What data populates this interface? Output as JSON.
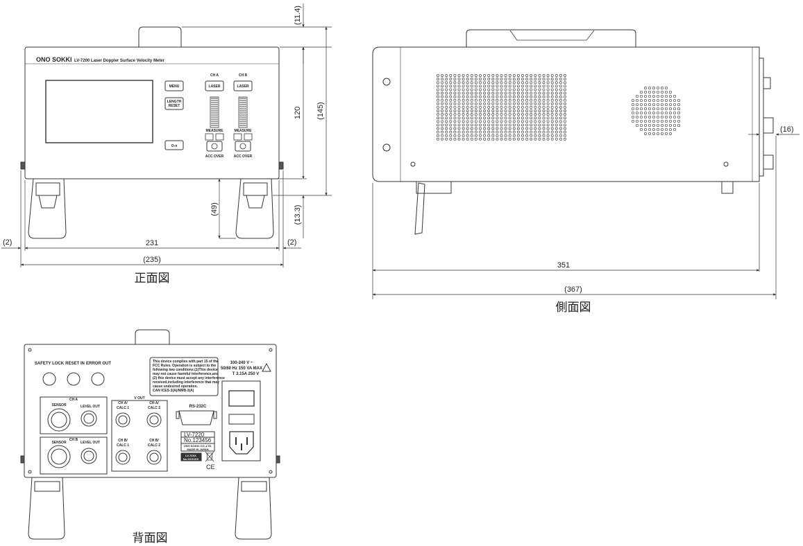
{
  "front": {
    "caption": "正面図",
    "brand": "ONO SOKKI",
    "model_title": "LV-7200  Laser Doppler Surface Velocity Meter",
    "buttons": {
      "menu": "MENU",
      "length_reset_1": "LENGTH",
      "length_reset_2": "RESET",
      "key": "O-n"
    },
    "channels": {
      "a": {
        "label": "CH A",
        "laser": "LASER",
        "measure": "MEASURE",
        "acc": "ACC OVER"
      },
      "b": {
        "label": "CH B",
        "laser": "LASER",
        "measure": "MEASURE",
        "acc": "ACC OVER"
      }
    },
    "dims": {
      "d11_4": "(11.4)",
      "d120": "120",
      "d145": "(145)",
      "d49": "(49)",
      "d13_3": "(13.3)",
      "d2_left": "(2)",
      "d231": "231",
      "d2_right": "(2)",
      "d235": "(235)"
    }
  },
  "side": {
    "caption": "側面図",
    "dims": {
      "d16": "(16)",
      "d351": "351",
      "d367": "(367)"
    }
  },
  "back": {
    "caption": "背面図",
    "connectors": {
      "safety": "SAFETY LOCK",
      "reset": "RESET IN",
      "error": "ERROR OUT"
    },
    "cha": {
      "title": "CH A",
      "sensor": "SENSOR",
      "level": "LEVEL OUT"
    },
    "chb": {
      "title": "CH B",
      "sensor": "SENSOR",
      "level": "LEVEL OUT"
    },
    "vout": {
      "title": "V OUT",
      "a1_1": "CH A/",
      "a1_2": "CALC 1",
      "a2_1": "CH A/",
      "a2_2": "CALC 2",
      "b1_1": "CH B/",
      "b1_2": "CALC 1",
      "b2_1": "CH B/",
      "b2_2": "CALC 2"
    },
    "rs232": "RS-232C",
    "fcc": [
      "This device complies with part 15 of the",
      "FCC Rules. Operation is subject to the",
      "following two conditions:(1)This device",
      "may not cause harmful interference,and",
      "(2) this device must accept any interference",
      "received,including interference that may",
      "cause undesired operation.",
      "CAN ICES-3(A)/NMB-3(A)"
    ],
    "power": {
      "line1": "100-240 V ~",
      "line2": "50/60 Hz 150 VA MAX",
      "fuse": "T 3.15A 250 V"
    },
    "label": {
      "model": "LV-7220",
      "serial": "No.123456",
      "maker1": "ONO SOKKI CO.,LTD.",
      "maker2": "MADE IN JAPAN"
    },
    "small_label": {
      "l1": "LV-72XX",
      "l2": "No.XXXXXX"
    },
    "ce": "CE"
  }
}
